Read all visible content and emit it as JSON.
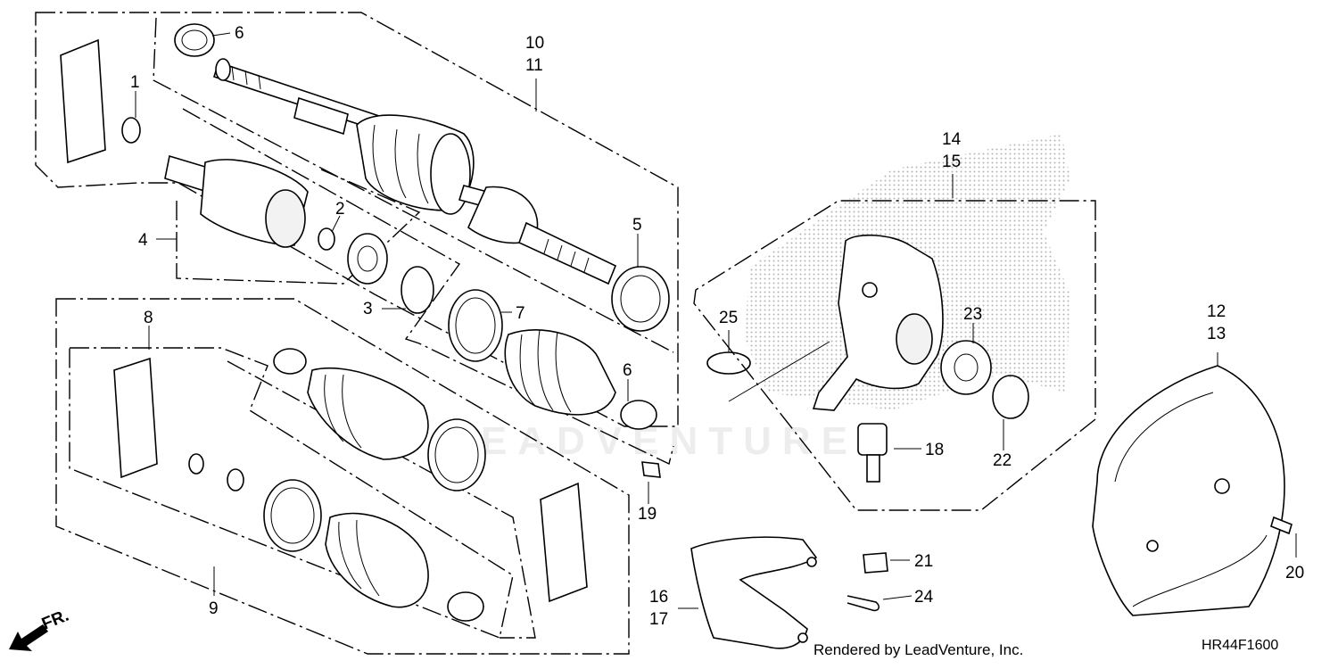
{
  "diagram": {
    "callouts": [
      {
        "id": "c1",
        "text": "1"
      },
      {
        "id": "c2",
        "text": "2"
      },
      {
        "id": "c3",
        "text": "3"
      },
      {
        "id": "c4",
        "text": "4"
      },
      {
        "id": "c5",
        "text": "5"
      },
      {
        "id": "c6a",
        "text": "6"
      },
      {
        "id": "c6b",
        "text": "6"
      },
      {
        "id": "c7",
        "text": "7"
      },
      {
        "id": "c8",
        "text": "8"
      },
      {
        "id": "c9",
        "text": "9"
      },
      {
        "id": "c10",
        "text": "10"
      },
      {
        "id": "c11",
        "text": "11"
      },
      {
        "id": "c12",
        "text": "12"
      },
      {
        "id": "c13",
        "text": "13"
      },
      {
        "id": "c14",
        "text": "14"
      },
      {
        "id": "c15",
        "text": "15"
      },
      {
        "id": "c16",
        "text": "16"
      },
      {
        "id": "c17",
        "text": "17"
      },
      {
        "id": "c18",
        "text": "18"
      },
      {
        "id": "c19",
        "text": "19"
      },
      {
        "id": "c20",
        "text": "20"
      },
      {
        "id": "c21",
        "text": "21"
      },
      {
        "id": "c22",
        "text": "22"
      },
      {
        "id": "c23",
        "text": "23"
      },
      {
        "id": "c24",
        "text": "24"
      },
      {
        "id": "c25",
        "text": "25"
      }
    ],
    "front_indicator": "FR.",
    "footer": {
      "credit": "Rendered by LeadVenture, Inc.",
      "code": "HR44F1600"
    },
    "watermark": "LEADVENTURE"
  }
}
